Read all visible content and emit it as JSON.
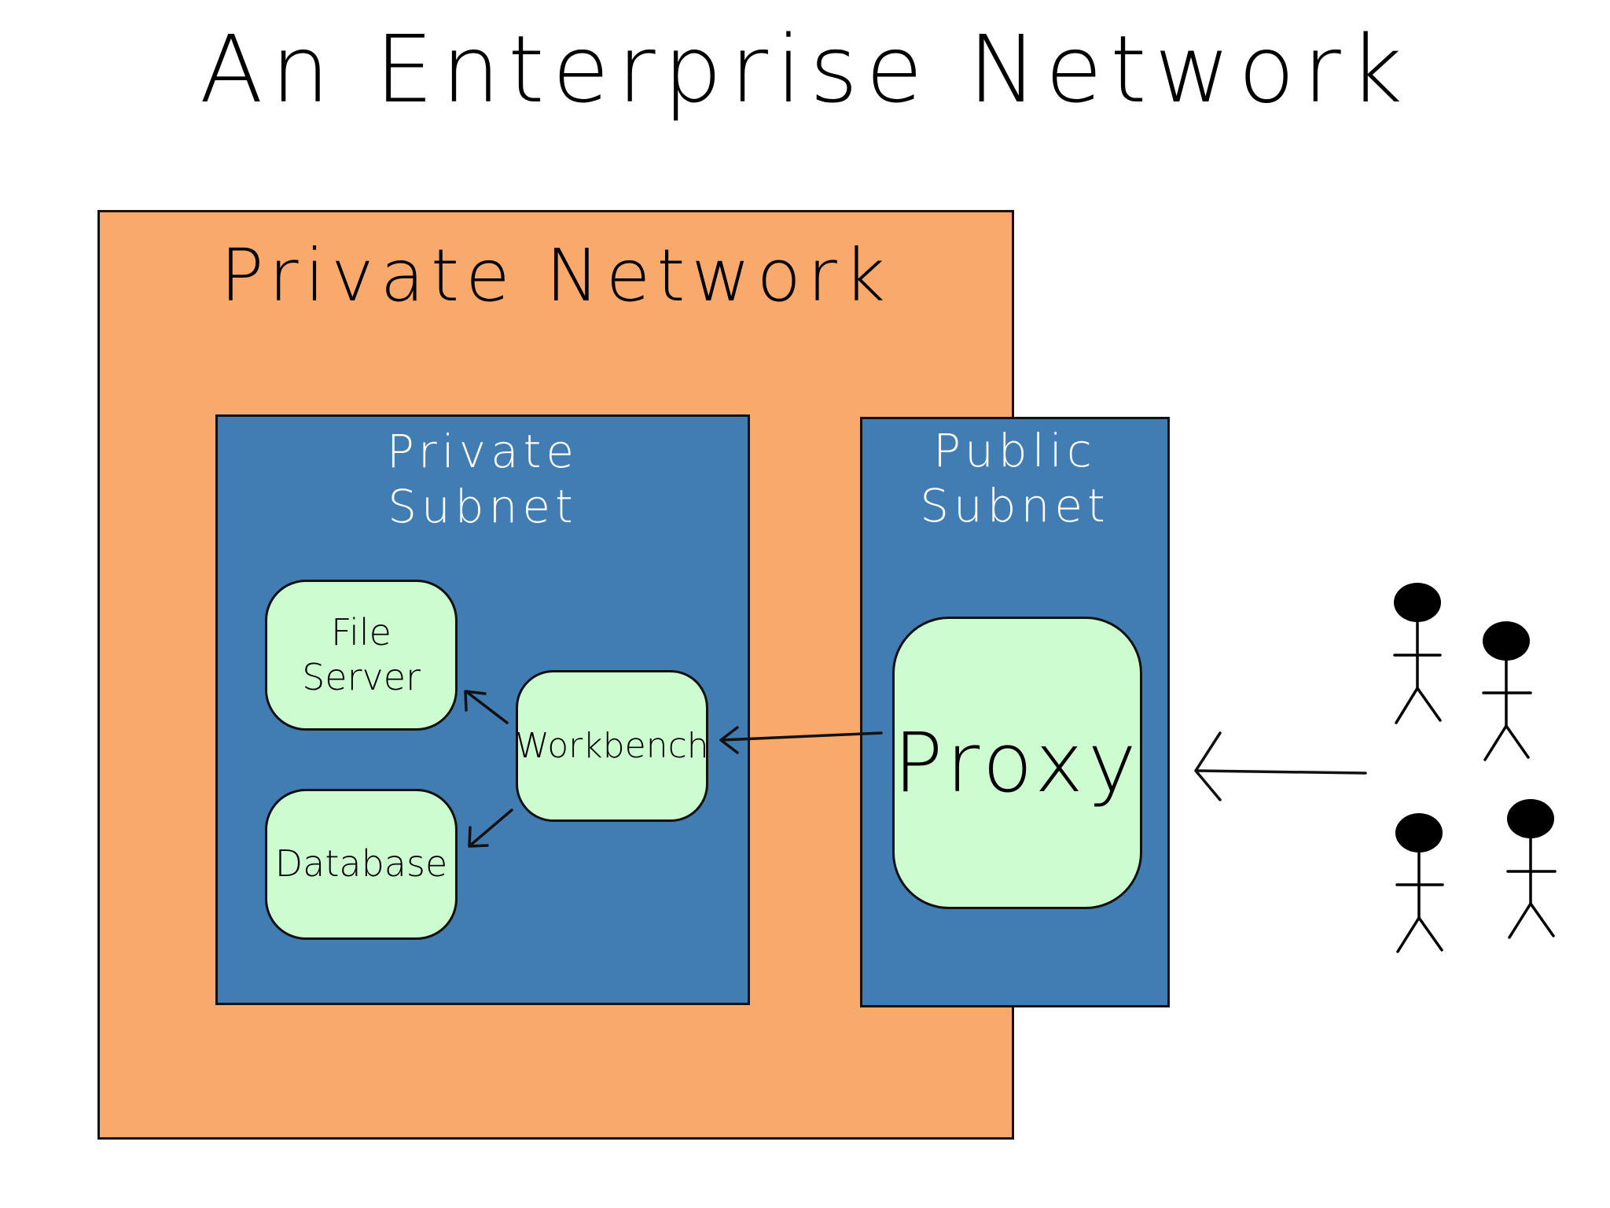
{
  "title": "An Enterprise Network",
  "colors": {
    "private_network": "#f9a96b",
    "subnet": "#417cb2",
    "node": "#ccfcd0",
    "stroke": "#111111"
  },
  "private_network": {
    "label": "Private Network"
  },
  "private_subnet": {
    "label": "Private\nSubnet",
    "nodes": {
      "file_server": "File\nServer",
      "database": "Database",
      "workbench": "Workbench"
    }
  },
  "public_subnet": {
    "label": "Public\nSubnet",
    "nodes": {
      "proxy": "Proxy"
    }
  },
  "edges": [
    {
      "from": "users",
      "to": "proxy"
    },
    {
      "from": "proxy",
      "to": "workbench"
    },
    {
      "from": "workbench",
      "to": "file_server"
    },
    {
      "from": "workbench",
      "to": "database"
    }
  ],
  "users": {
    "count": 4,
    "icon": "stick-figure-icon"
  }
}
